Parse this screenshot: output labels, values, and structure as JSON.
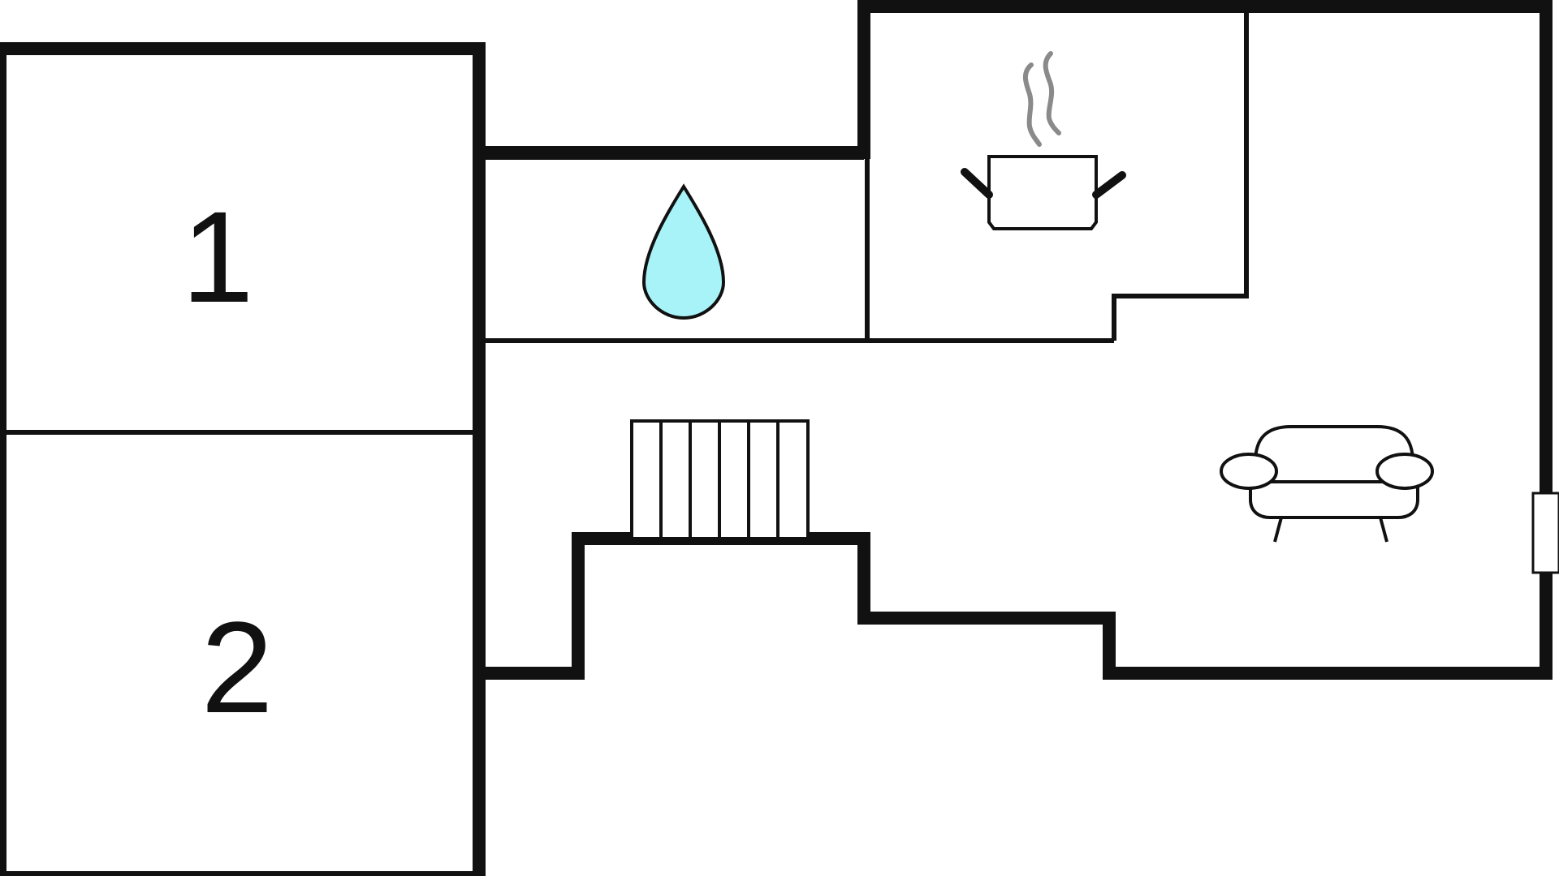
{
  "floor_plan": {
    "rooms": [
      {
        "id": "bedroom-1",
        "label": "1"
      },
      {
        "id": "bedroom-2",
        "label": "2"
      },
      {
        "id": "bathroom",
        "label": "",
        "icon": "water-drop-icon"
      },
      {
        "id": "kitchen",
        "label": "",
        "icon": "cooking-pot-icon"
      },
      {
        "id": "living-room",
        "label": "",
        "icon": "sofa-icon"
      }
    ],
    "features": [
      {
        "id": "staircase",
        "icon": "stairs-icon"
      },
      {
        "id": "fireplace",
        "icon": "fireplace-icon"
      }
    ]
  },
  "colors": {
    "wall": "#111111",
    "water_fill": "#a8f3f7",
    "steam": "#8a8a8a",
    "background": "#ffffff"
  }
}
